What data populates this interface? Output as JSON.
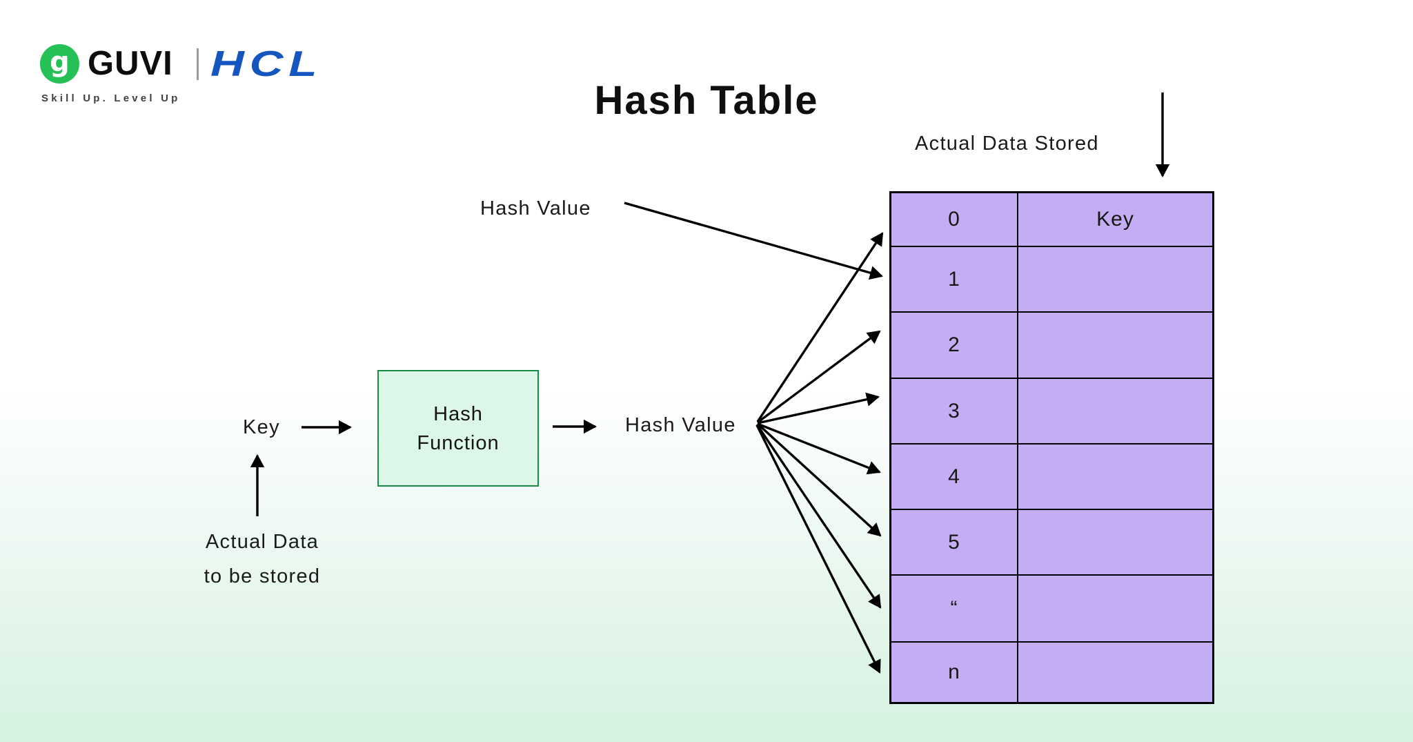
{
  "brand": {
    "logo_mark_glyph": "g",
    "name": "GUVI",
    "partner": "HCL",
    "tagline": "Skill Up. Level Up",
    "colors": {
      "guvi_green": "#25c157",
      "hcl_blue": "#1455c0"
    }
  },
  "title": "Hash Table",
  "labels": {
    "actual_data_stored": "Actual Data Stored",
    "hash_value_top": "Hash Value",
    "hash_value_mid": "Hash Value",
    "key_input": "Key",
    "actual_data_line1": "Actual Data",
    "actual_data_line2": "to be stored"
  },
  "hash_function_box": {
    "line1": "Hash",
    "line2": "Function",
    "fill_color": "#dcf7e8",
    "border_color": "#168c45"
  },
  "table": {
    "fill_color": "#c5adf3",
    "columns": [
      "hash-index",
      "stored-data"
    ],
    "rows": [
      {
        "index": "0",
        "value": "Key"
      },
      {
        "index": "1",
        "value": ""
      },
      {
        "index": "2",
        "value": ""
      },
      {
        "index": "3",
        "value": ""
      },
      {
        "index": "4",
        "value": ""
      },
      {
        "index": "5",
        "value": ""
      },
      {
        "index": "“",
        "value": ""
      },
      {
        "index": "n",
        "value": ""
      }
    ]
  }
}
